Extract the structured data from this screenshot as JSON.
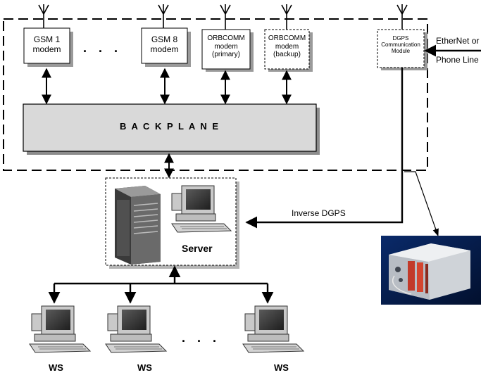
{
  "modems": {
    "gsm1": [
      "GSM 1",
      "modem"
    ],
    "gsm8": [
      "GSM 8",
      "modem"
    ],
    "orbcomm_primary": [
      "ORBCOMM",
      "modem",
      "(primary)"
    ],
    "orbcomm_backup": [
      "ORBCOMM",
      "modem",
      "(backup)"
    ],
    "dgps": [
      "DGPS",
      "Communication",
      "Module"
    ]
  },
  "ellipsis": ". . .",
  "backplane_label": "B A C K P L A N E",
  "external_link": {
    "line1": "EtherNet  or",
    "line2": "Phone Line"
  },
  "inverse_dgps_label": "Inverse DGPS",
  "server_label": "Server",
  "workstations": [
    "WS",
    "WS",
    "WS"
  ],
  "ws_ellipsis": ". . .",
  "colors": {
    "box_fill": "#ffffff",
    "shadow": "#9a9a9a",
    "backplane_fill": "#d9d9d9",
    "line": "#000000"
  }
}
